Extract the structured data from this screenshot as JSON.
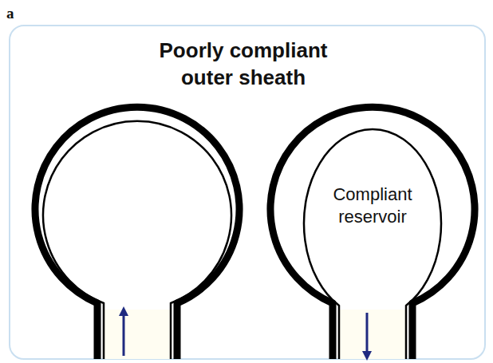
{
  "diagram": {
    "title": "Poorly compliant outer sheath",
    "nodes": [
      {
        "text": [
          "Compliant reservoir"
        ]
      }
    ],
    "labels": [
      "a"
    ]
  }
}
